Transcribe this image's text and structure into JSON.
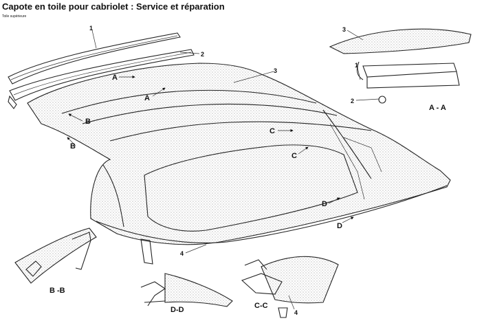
{
  "page": {
    "title": "Capote en toile pour cabriolet : Service et réparation",
    "subtitle": "Toile supérieure"
  },
  "callouts": {
    "n1_top": "1",
    "n2_top": "2",
    "n3_main": "3",
    "n4_bottom": "4",
    "n3_aa": "3",
    "n1_aa": "1",
    "n2_aa": "2",
    "n4_cc": "4",
    "a1": "A",
    "a2": "A",
    "b1": "B",
    "b2": "B",
    "c1": "C",
    "c2": "C",
    "d1": "D",
    "d2": "D"
  },
  "sections": {
    "aa": "A - A",
    "bb": "B -B",
    "dd": "D-D",
    "cc": "C-C"
  }
}
